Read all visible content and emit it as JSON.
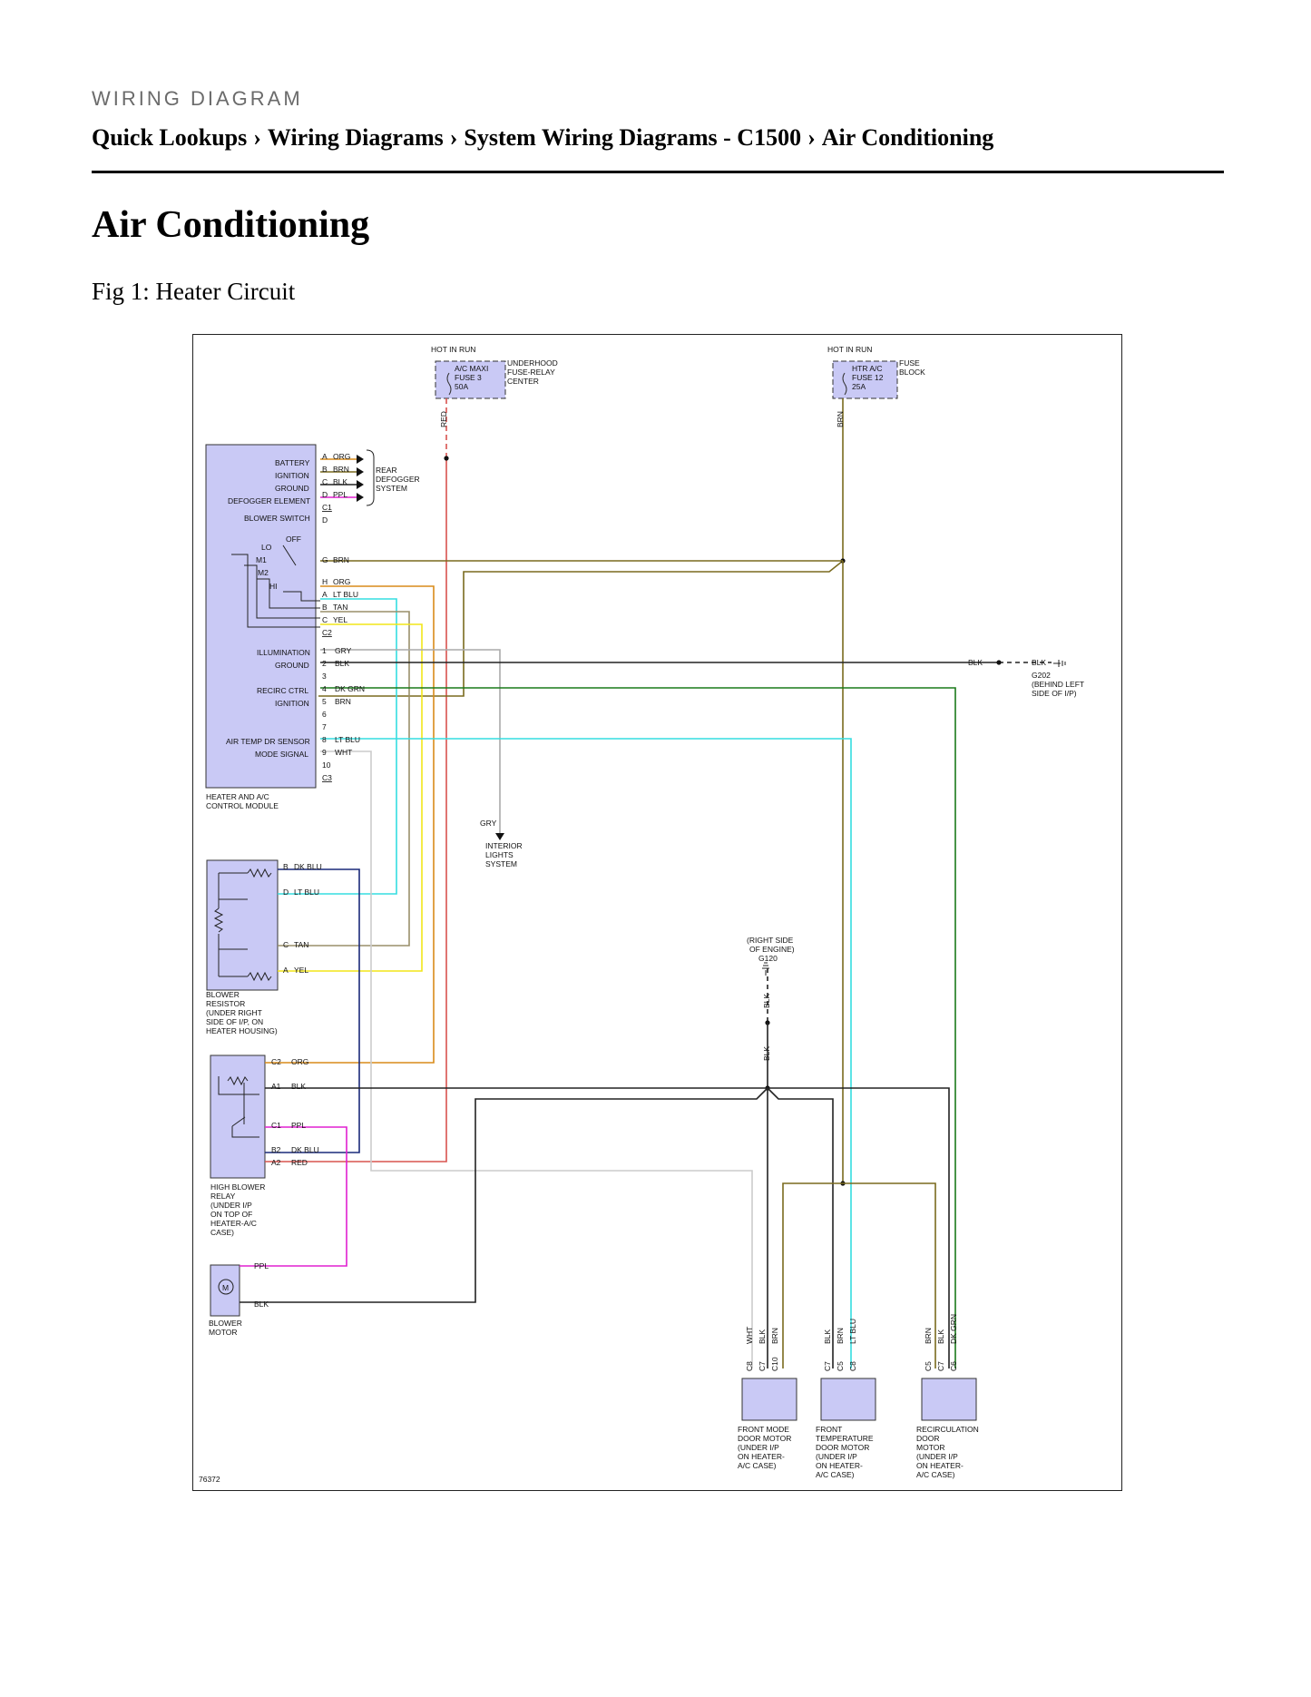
{
  "header": {
    "kicker": "WIRING DIAGRAM",
    "breadcrumbs": [
      "Quick Lookups",
      "Wiring Diagrams",
      "System Wiring Diagrams - C1500",
      "Air Conditioning"
    ],
    "separator": "›"
  },
  "page_title": "Air Conditioning",
  "figure_caption": "Fig 1: Heater Circuit",
  "diagram": {
    "figure_number": "76372",
    "wire_colors": {
      "RED": "#d9534f",
      "BRN": "#7a6a1e",
      "ORG": "#d98c1a",
      "BLK": "#222222",
      "PPL": "#e020d0",
      "GRY": "#aaaaaa",
      "DK GRN": "#1a7a1a",
      "LT BLU": "#35dde0",
      "TAN": "#9a8f6a",
      "YEL": "#f2e619",
      "WHT": "#cccccc",
      "DK BLU": "#1a2a7a"
    },
    "power": {
      "hot_in_run_1": "HOT IN RUN",
      "hot_in_run_2": "HOT IN RUN",
      "fuse_maxi": [
        "A/C MAXI",
        "FUSE 3",
        "50A"
      ],
      "underhood_center": [
        "UNDERHOOD",
        "FUSE-RELAY",
        "CENTER"
      ],
      "fuse_htr": [
        "HTR A/C",
        "FUSE 12",
        "25A"
      ],
      "fuse_block": [
        "FUSE",
        "BLOCK"
      ],
      "wire_red": "RED",
      "wire_brn": "BRN"
    },
    "control_module": {
      "labels": [
        "BATTERY",
        "IGNITION",
        "GROUND",
        "DEFOGGER ELEMENT",
        "BLOWER SWITCH"
      ],
      "pins_c1": [
        {
          "pin": "A",
          "wire": "ORG"
        },
        {
          "pin": "B",
          "wire": "BRN"
        },
        {
          "pin": "C",
          "wire": "BLK"
        },
        {
          "pin": "D",
          "wire": "PPL"
        }
      ],
      "c1": "C1",
      "d_pin": "D",
      "rear_defogger": [
        "REAR",
        "DEFOGGER",
        "SYSTEM"
      ],
      "switch_positions": [
        "OFF",
        "LO",
        "M1",
        "M2",
        "HI"
      ],
      "switch_pins": [
        {
          "pin": "G",
          "wire": "BRN"
        },
        {
          "pin": "H",
          "wire": "ORG"
        },
        {
          "pin": "A",
          "wire": "LT BLU"
        },
        {
          "pin": "B",
          "wire": "TAN"
        },
        {
          "pin": "C",
          "wire": "YEL"
        }
      ],
      "c2": "C2",
      "c3_pins": [
        {
          "pin": "1",
          "wire": "GRY",
          "label": ""
        },
        {
          "pin": "2",
          "wire": "BLK",
          "label": ""
        },
        {
          "pin": "3",
          "wire": "",
          "label": ""
        },
        {
          "pin": "4",
          "wire": "DK GRN",
          "label": ""
        },
        {
          "pin": "5",
          "wire": "BRN",
          "label": ""
        },
        {
          "pin": "6",
          "wire": "",
          "label": ""
        },
        {
          "pin": "7",
          "wire": "",
          "label": ""
        },
        {
          "pin": "8",
          "wire": "LT BLU",
          "label": ""
        },
        {
          "pin": "9",
          "wire": "WHT",
          "label": ""
        },
        {
          "pin": "10",
          "wire": "",
          "label": ""
        }
      ],
      "c3_labels": [
        "ILLUMINATION",
        "GROUND",
        "RECIRC CTRL",
        "IGNITION",
        "AIR TEMP DR SENSOR",
        "MODE SIGNAL"
      ],
      "c3": "C3",
      "name": [
        "HEATER AND A/C",
        "CONTROL MODULE"
      ]
    },
    "ground_g202": {
      "wire_left": "BLK",
      "wire_right": "BLK",
      "label": [
        "G202",
        "(BEHIND LEFT",
        "SIDE OF I/P)"
      ]
    },
    "interior_lights": {
      "wire": "GRY",
      "label": [
        "INTERIOR",
        "LIGHTS",
        "SYSTEM"
      ]
    },
    "blower_resistor": {
      "pins": [
        {
          "pin": "B",
          "wire": "DK BLU"
        },
        {
          "pin": "D",
          "wire": "LT BLU"
        },
        {
          "pin": "C",
          "wire": "TAN"
        },
        {
          "pin": "A",
          "wire": "YEL"
        }
      ],
      "name": [
        "BLOWER",
        "RESISTOR",
        "(UNDER RIGHT",
        "SIDE OF I/P, ON",
        "HEATER HOUSING)"
      ]
    },
    "ground_g120": {
      "label": [
        "(RIGHT SIDE",
        "OF ENGINE)",
        "G120"
      ],
      "wire1": "BLK",
      "wire2": "BLK"
    },
    "high_blower_relay": {
      "pins": [
        {
          "pin": "C2",
          "wire": "ORG"
        },
        {
          "pin": "A1",
          "wire": "BLK"
        },
        {
          "pin": "C1",
          "wire": "PPL"
        },
        {
          "pin": "B2",
          "wire": "DK BLU"
        },
        {
          "pin": "A2",
          "wire": "RED"
        }
      ],
      "name": [
        "HIGH BLOWER",
        "RELAY",
        "(UNDER I/P",
        "ON TOP OF",
        "HEATER-A/C",
        "CASE)"
      ]
    },
    "blower_motor": {
      "pins": [
        {
          "wire": "PPL"
        },
        {
          "wire": "BLK"
        }
      ],
      "symbol": "M",
      "name": [
        "BLOWER",
        "MOTOR"
      ]
    },
    "door_motors": [
      {
        "wires": [
          "WHT",
          "BLK",
          "BRN"
        ],
        "pins": [
          "C8",
          "C7",
          "C10"
        ],
        "name": [
          "FRONT MODE",
          "DOOR MOTOR",
          "(UNDER I/P",
          "ON HEATER-",
          "A/C CASE)"
        ]
      },
      {
        "wires": [
          "BLK",
          "BRN",
          "LT BLU"
        ],
        "pins": [
          "C7",
          "C5",
          "C8"
        ],
        "name": [
          "FRONT",
          "TEMPERATURE",
          "DOOR MOTOR",
          "(UNDER I/P",
          "ON HEATER-",
          "A/C CASE)"
        ]
      },
      {
        "wires": [
          "BRN",
          "BLK",
          "DK GRN"
        ],
        "pins": [
          "C5",
          "C7",
          "C6"
        ],
        "name": [
          "RECIRCULATION",
          "DOOR",
          "MOTOR",
          "(UNDER I/P",
          "ON HEATER-",
          "A/C CASE)"
        ]
      }
    ]
  }
}
